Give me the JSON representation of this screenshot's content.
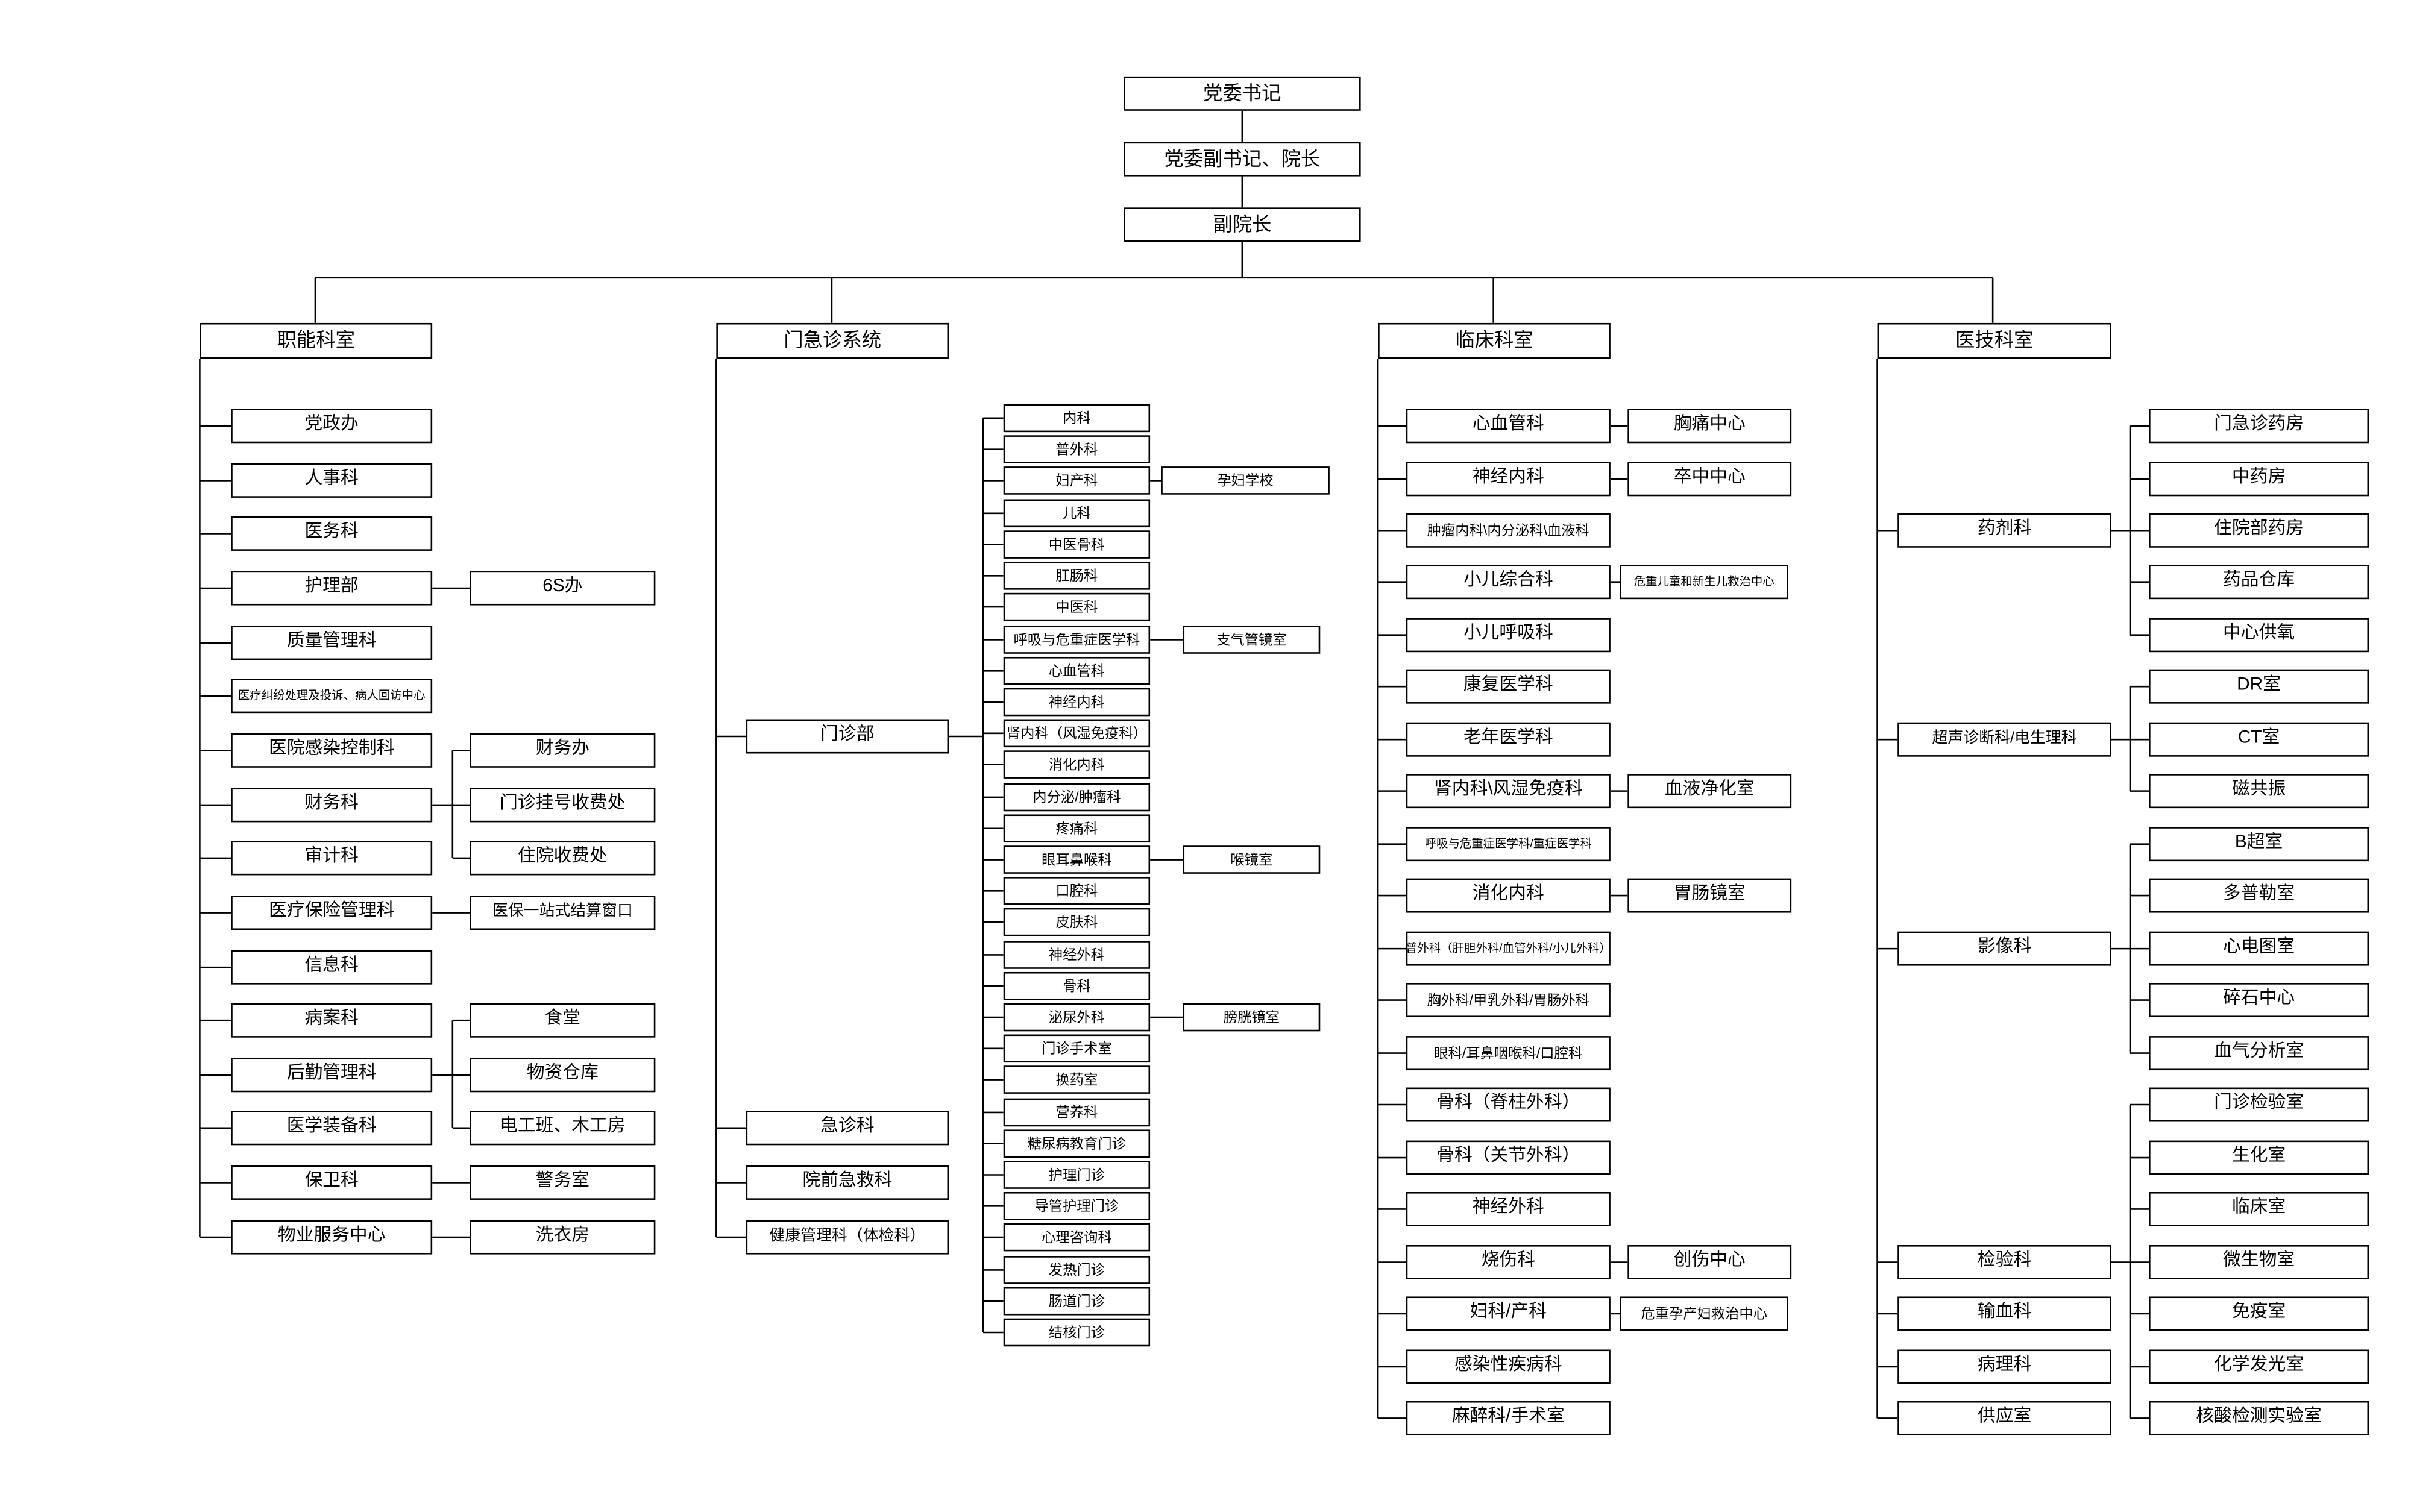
{
  "colors": {
    "background": "#ffffff",
    "box_border": "#000000",
    "text": "#000000"
  },
  "org": {
    "top": [
      "党委书记",
      "党委副书记、院长",
      "副院长"
    ],
    "branches": [
      "职能科室",
      "门急诊系统",
      "临床科室",
      "医技科室"
    ],
    "functional": [
      "党政办",
      "人事科",
      "医务科",
      "护理部",
      "质量管理科",
      "医疗纠纷处理及投诉、病人回访中心",
      "医院感染控制科",
      "财务科",
      "审计科",
      "医疗保险管理科",
      "信息科",
      "病案科",
      "后勤管理科",
      "医学装备科",
      "保卫科",
      "物业服务中心"
    ],
    "functional_subs": [
      "6S办",
      "财务办",
      "门诊挂号收费处",
      "住院收费处",
      "医保一站式结算窗口",
      "食堂",
      "物资仓库",
      "电工班、木工房",
      "警务室",
      "洗衣房"
    ],
    "outpatient": [
      "门诊部",
      "急诊科",
      "院前急救科",
      "健康管理科（体检科）"
    ],
    "clinics": [
      "内科",
      "普外科",
      "妇产科",
      "儿科",
      "中医骨科",
      "肛肠科",
      "中医科",
      "呼吸与危重症医学科",
      "心血管科",
      "神经内科",
      "肾内科（风湿免疫科）",
      "消化内科",
      "内分泌/肿瘤科",
      "疼痛科",
      "眼耳鼻喉科",
      "口腔科",
      "皮肤科",
      "神经外科",
      "骨科",
      "泌尿外科",
      "门诊手术室",
      "换药室",
      "营养科",
      "糖尿病教育门诊",
      "护理门诊",
      "导管护理门诊",
      "心理咨询科",
      "发热门诊",
      "肠道门诊",
      "结核门诊"
    ],
    "clinic_subs": [
      "孕妇学校",
      "支气管镜室",
      "喉镜室",
      "膀胱镜室"
    ],
    "clinical": [
      "心血管科",
      "神经内科",
      "肿瘤内科\\内分泌科\\血液科",
      "小儿综合科",
      "小儿呼吸科",
      "康复医学科",
      "老年医学科",
      "肾内科\\风湿免疫科",
      "呼吸与危重症医学科/重症医学科",
      "消化内科",
      "普外科（肝胆外科/血管外科/小儿外科）",
      "胸外科/甲乳外科/胃肠外科",
      "眼科/耳鼻咽喉科/口腔科",
      "骨科（脊柱外科）",
      "骨科（关节外科）",
      "神经外科",
      "烧伤科",
      "妇科/产科",
      "感染性疾病科",
      "麻醉科/手术室"
    ],
    "clinical_subs": [
      "胸痛中心",
      "卒中中心",
      "危重儿童和新生儿救治中心",
      "血液净化室",
      "胃肠镜室",
      "创伤中心",
      "危重孕产妇救治中心"
    ],
    "medtech": [
      "药剂科",
      "超声诊断科/电生理科",
      "影像科",
      "检验科",
      "输血科",
      "病理科",
      "供应室"
    ],
    "medtech_subs": [
      "门急诊药房",
      "中药房",
      "住院部药房",
      "药品仓库",
      "中心供氧",
      "DR室",
      "CT室",
      "磁共振",
      "B超室",
      "多普勒室",
      "心电图室",
      "碎石中心",
      "血气分析室",
      "门诊检验室",
      "生化室",
      "临床室",
      "微生物室",
      "免疫室",
      "化学发光室",
      "核酸检测实验室"
    ]
  }
}
